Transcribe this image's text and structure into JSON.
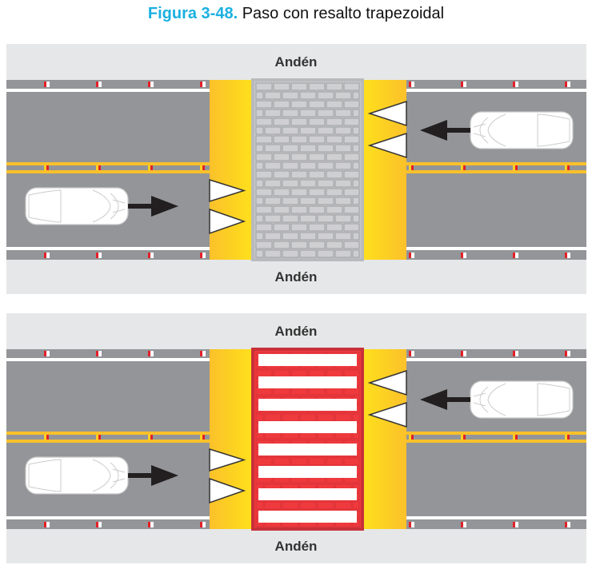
{
  "figure": {
    "number": "Figura 3-48.",
    "caption": "Paso con resalto trapezoidal"
  },
  "panels": [
    {
      "name": "cobblestone",
      "top_label": "Andén",
      "bottom_label": "Andén",
      "center_fill": "#c9c9cb",
      "center_border": "#b9babc"
    },
    {
      "name": "zebra",
      "top_label": "Andén",
      "bottom_label": "Andén",
      "center_fill": "#ef3a3d",
      "center_border": "#c8303a"
    }
  ],
  "colors": {
    "sidewalk": "#e6e7e8",
    "road": "#939598",
    "yellow": "#fdd11f",
    "yellow_dark": "#fbc12a",
    "marker_red": "#e32028",
    "arrow": "#231f20"
  }
}
